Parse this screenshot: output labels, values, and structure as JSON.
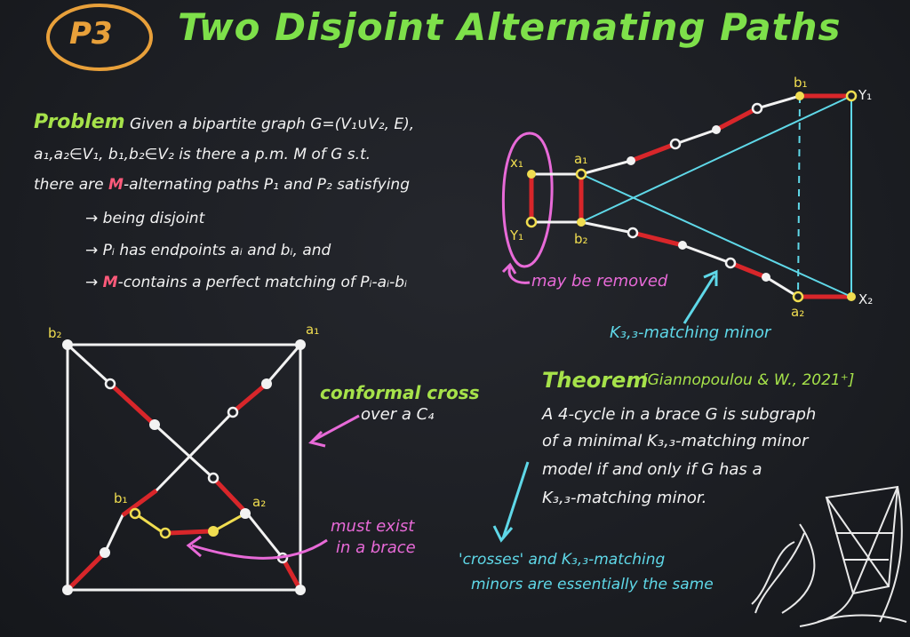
{
  "badge": "P3",
  "title": "Two Disjoint Alternating Paths",
  "problem": {
    "heading": "Problem",
    "line1": "Given a bipartite graph G=(V₁∪V₂, E),",
    "line2": "a₁,a₂∈V₁, b₁,b₂∈V₂ is there a p.m. M of G s.t.",
    "line3_pre": "there are ",
    "line3_m": "M",
    "line3_post": "-alternating paths P₁ and P₂ satisfying",
    "bullet1": "→ being disjoint",
    "bullet2": "→ Pᵢ has endpoints aᵢ and bᵢ, and",
    "bullet3_pre": "→ ",
    "bullet3_m": "M",
    "bullet3_post": "-contains a perfect matching of Pᵢ-aᵢ-bᵢ"
  },
  "top_graph": {
    "labels": {
      "x1": "x₁",
      "y1": "Y₁",
      "a1": "a₁",
      "b2": "b₂",
      "b1": "b₁",
      "a2": "a₂",
      "Y1": "Y₁",
      "X2": "X₂"
    },
    "removed_note": "may be removed",
    "minor_note": "K₃,₃-matching minor"
  },
  "cross_graph": {
    "labels": {
      "b2": "b₂",
      "a1": "a₁",
      "b1": "b₁",
      "a2": "a₂"
    },
    "conformal_line1": "conformal cross",
    "conformal_line2": "over a C₄",
    "must_line1": "must exist",
    "must_line2": "in a brace"
  },
  "theorem": {
    "heading": "Theorem",
    "cite": "[Giannopoulou & W., 2021⁺]",
    "line1": "A 4-cycle in a brace G is subgraph",
    "line2": "of a minimal K₃,₃-matching minor",
    "line3": "model if and only if G has a",
    "line4": "K₃,₃-matching minor."
  },
  "footnote": {
    "line1": "'crosses' and K₃,₃-matching",
    "line2": "minors are essentially the same"
  },
  "colors": {
    "matching": "#d8262a",
    "green_text": "#7ee04a",
    "cyan": "#5fd8e8",
    "magenta": "#e86ad8",
    "yellow": "#f0dd50",
    "orange": "#e8a03a"
  }
}
